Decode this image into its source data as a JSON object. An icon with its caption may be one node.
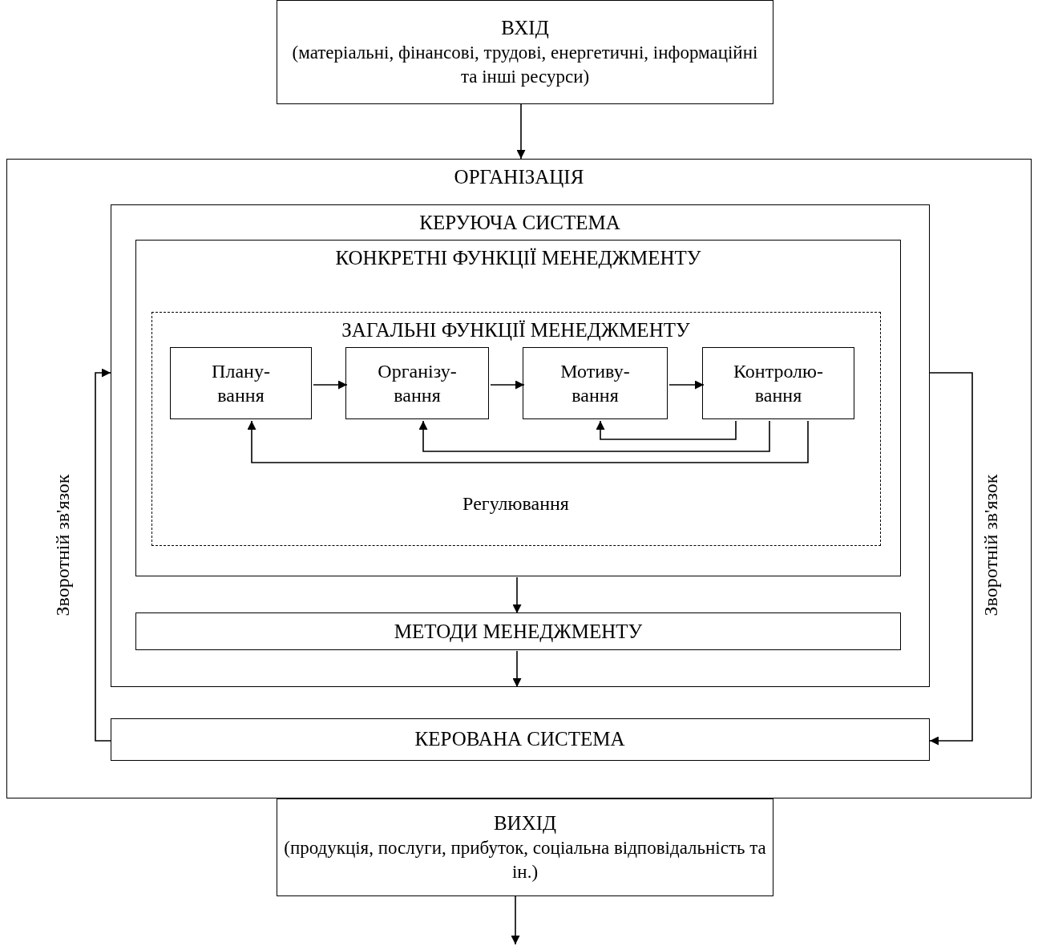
{
  "diagram": {
    "nodes": [
      {
        "text": [
          "ВХІД",
          "(матеріальні, фінансові, трудові, енергетичні, інформаційні та інші ресурси)"
        ]
      },
      {
        "text": [
          "ОРГАНІЗАЦІЯ"
        ]
      },
      {
        "text": [
          "КЕРУЮЧА СИСТЕМА"
        ],
        "in": 1
      },
      {
        "text": [
          "КОНКРЕТНІ ФУНКЦІЇ МЕНЕДЖМЕНТУ"
        ],
        "in": 2
      },
      {
        "text": [
          "ЗАГАЛЬНІ ФУНКЦІЇ МЕНЕДЖМЕНТУ",
          "Регулювання"
        ],
        "in": 3
      },
      {
        "text": [
          "Плану- вання"
        ],
        "in": 4
      },
      {
        "text": [
          "Організу- вання"
        ],
        "in": 4
      },
      {
        "text": [
          "Мотиву- вання"
        ],
        "in": 4
      },
      {
        "text": [
          "Контролю- вання"
        ],
        "in": 4
      },
      {
        "text": [
          "МЕТОДИ МЕНЕДЖМЕНТУ"
        ],
        "in": 2
      },
      {
        "text": [
          "КЕРОВАНА СИСТЕМА"
        ],
        "in": 1
      },
      {
        "text": [
          "ВИХІД",
          "(продукція, послуги, прибуток, соціальна відповідальність та ін.)"
        ]
      }
    ],
    "edges": [
      {
        "from": 0,
        "to": 1,
        "arrow": "to"
      },
      {
        "from": 5,
        "to": 6,
        "arrow": "to"
      },
      {
        "from": 6,
        "to": 7,
        "arrow": "to"
      },
      {
        "from": 7,
        "to": 8,
        "arrow": "to"
      },
      {
        "from": 8,
        "to": 7,
        "arrow": "to"
      },
      {
        "from": 8,
        "to": 6,
        "arrow": "to"
      },
      {
        "from": 8,
        "to": 5,
        "arrow": "to"
      },
      {
        "from": 3,
        "to": 9,
        "arrow": "to"
      },
      {
        "from": 9,
        "to": 2,
        "arrow": "to"
      },
      {
        "from": 10,
        "to": 2,
        "arrow": "to",
        "label": "Зворотній зв'язок"
      },
      {
        "from": 2,
        "to": 10,
        "arrow": "to",
        "label": "Зворотній зв'язок"
      },
      {
        "from": 11,
        "to": null,
        "arrow": "to"
      }
    ]
  }
}
